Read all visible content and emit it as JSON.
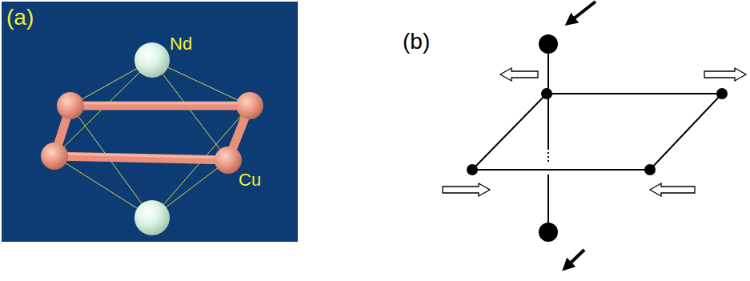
{
  "diagram": {
    "labels": [
      "(a)",
      "Nd",
      "Cu",
      "(b)"
    ]
  }
}
